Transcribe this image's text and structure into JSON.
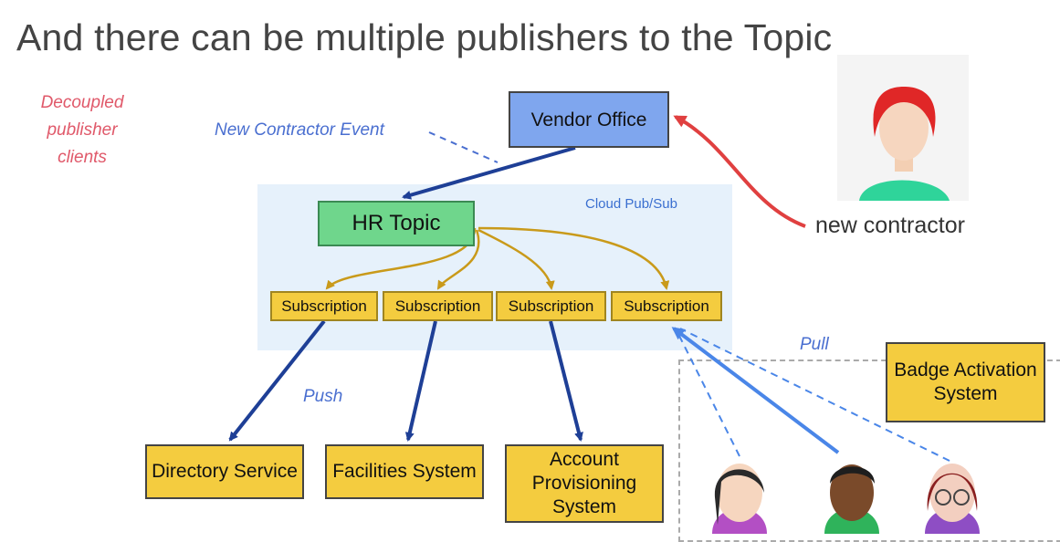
{
  "title": "And there can be multiple publishers to the Topic",
  "notes": {
    "decoupled": "Decoupled publisher clients",
    "new_contractor_event": "New Contractor Event",
    "push": "Push",
    "pull": "Pull",
    "cloud_pubsub": "Cloud Pub/Sub",
    "new_contractor": "new contractor"
  },
  "nodes": {
    "vendor_office": "Vendor Office",
    "hr_topic": "HR Topic",
    "subscriptions": [
      "Subscription",
      "Subscription",
      "Subscription",
      "Subscription"
    ],
    "directory_service": "Directory Service",
    "facilities_system": "Facilities System",
    "account_provisioning": "Account Provisioning System",
    "badge_activation": "Badge Activation System"
  },
  "colors": {
    "vendor": "#7fa6ee",
    "topic": "#6fd68c",
    "subscription": "#f4cc3f",
    "cloud": "#e6f1fb",
    "arrow_dark": "#1e3f96",
    "arrow_gold": "#c99a1a",
    "arrow_red": "#e04040",
    "arrow_light": "#4a86e8"
  }
}
